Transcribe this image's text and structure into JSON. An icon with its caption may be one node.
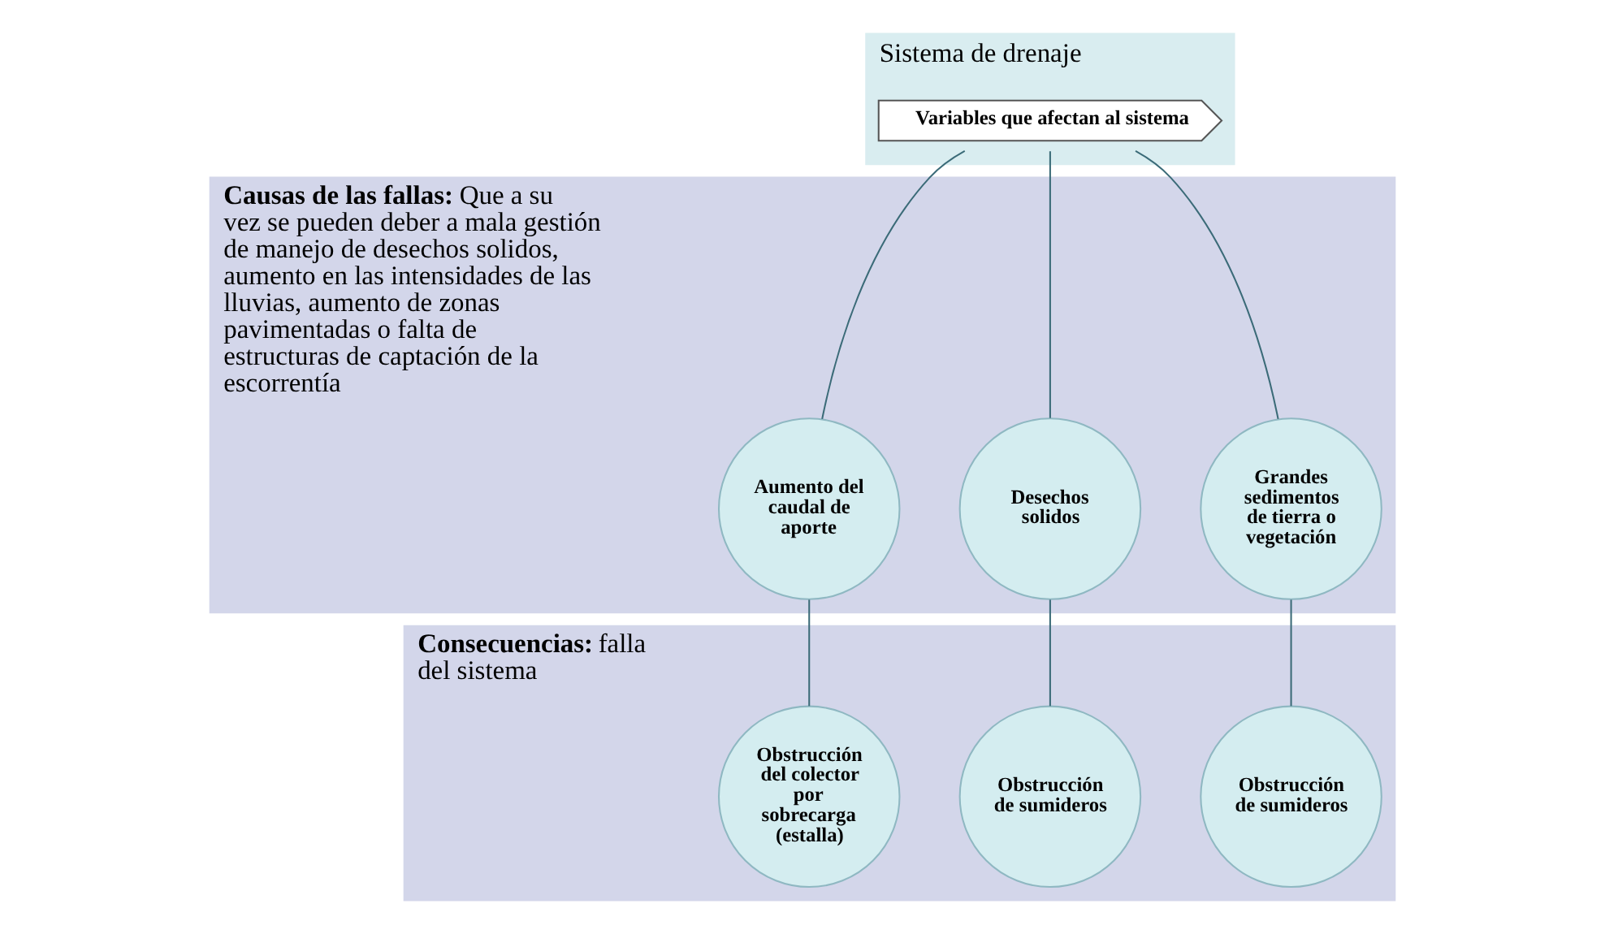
{
  "diagram": {
    "nodes": [
      {
        "text": [
          "Sistema de drenaje"
        ]
      },
      {
        "text": [
          "Variables que afectan al sistema"
        ],
        "in": 0
      },
      {
        "text": [
          "**Causas de las fallas:** Que a su vez se pueden deber a mala gestión de manejo de desechos solidos, aumento en las intensidades de las lluvias, aumento de zonas pavimentadas o falta de estructuras de captación de la escorrentía"
        ]
      },
      {
        "text": [
          "Aumento del caudal de aporte"
        ],
        "in": 2
      },
      {
        "text": [
          "Desechos solidos"
        ],
        "in": 2
      },
      {
        "text": [
          "Grandes sedimentos de tierra o vegetación"
        ],
        "in": 2
      },
      {
        "text": [
          "**Consecuencias:** falla del sistema"
        ]
      },
      {
        "text": [
          "Obstrucción del colector por sobrecarga (estalla)"
        ],
        "in": 6
      },
      {
        "text": [
          "Obstrucción de sumideros"
        ],
        "in": 6
      },
      {
        "text": [
          "Obstrucción de sumideros"
        ],
        "in": 6
      }
    ],
    "edges": [
      {
        "from": 1,
        "to": 3,
        "arrow": "none"
      },
      {
        "from": 1,
        "to": 4,
        "arrow": "none"
      },
      {
        "from": 1,
        "to": 5,
        "arrow": "none"
      },
      {
        "from": 3,
        "to": 7,
        "arrow": "none"
      },
      {
        "from": 4,
        "to": 8,
        "arrow": "none"
      },
      {
        "from": 5,
        "to": 9,
        "arrow": "none"
      }
    ]
  }
}
